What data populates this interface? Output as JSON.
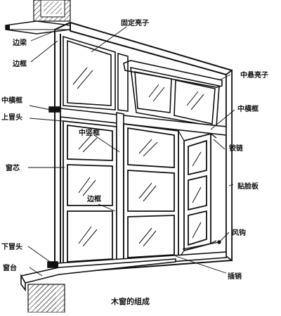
{
  "labels": {
    "gudingliangzi": "固定亮子",
    "zhongxuanliangzi": "中悬亮子",
    "bianliang": "边梁",
    "biankuang_top": "边框",
    "zhonghengkuang_left": "中横框",
    "shangmaotou": "上冒头",
    "zhonghengkuang_right": "中横框",
    "zhongshukuang": "中竖框",
    "jiaolian": "铰链",
    "chuangxin": "窗芯",
    "tielianban": "贴脸板",
    "biankuang_mid": "边框",
    "fenggou": "风钩",
    "xiamaotou": "下冒头",
    "chuangtai": "窗台",
    "chaxiao": "插销"
  },
  "caption": "木窗的组成",
  "colors": {
    "line": "#111111",
    "hatch": "#333333",
    "glass": "#ffffff"
  }
}
